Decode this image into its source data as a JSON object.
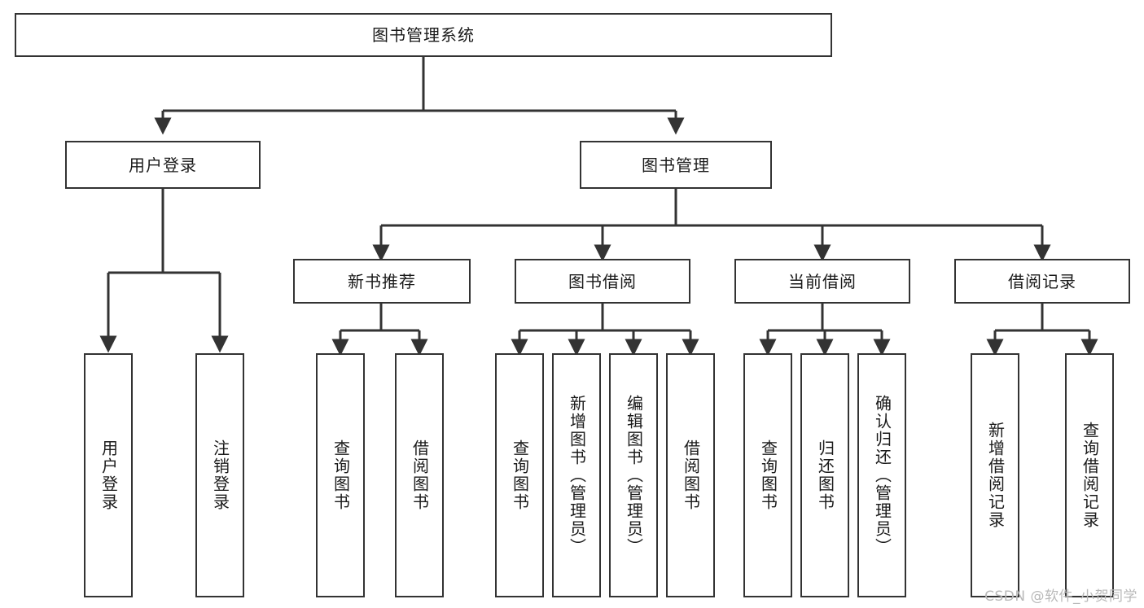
{
  "diagram": {
    "title": "图书管理系统",
    "type": "tree-hierarchy",
    "line_color": "#333333",
    "box_fill": "#ffffff",
    "text_color": "#1a1a1a",
    "watermark": "CSDN @软件_小贺同学"
  },
  "nodes": {
    "root": {
      "label": "图书管理系统"
    },
    "level2": [
      {
        "label": "用户登录"
      },
      {
        "label": "图书管理"
      }
    ],
    "level3": [
      {
        "label": "新书推荐"
      },
      {
        "label": "图书借阅"
      },
      {
        "label": "当前借阅"
      },
      {
        "label": "借阅记录"
      }
    ],
    "leaves": {
      "user_login": [
        {
          "label": "用户登录"
        },
        {
          "label": "注销登录"
        }
      ],
      "new_book_recommend": [
        {
          "label": "查询图书"
        },
        {
          "label": "借阅图书"
        }
      ],
      "book_borrow": [
        {
          "label": "查询图书"
        },
        {
          "label": "新增图书（管理员）"
        },
        {
          "label": "编辑图书（管理员）"
        },
        {
          "label": "借阅图书"
        }
      ],
      "current_borrow": [
        {
          "label": "查询图书"
        },
        {
          "label": "归还图书"
        },
        {
          "label": "确认归还（管理员）"
        }
      ],
      "borrow_record": [
        {
          "label": "新增借阅记录"
        },
        {
          "label": "查询借阅记录"
        }
      ]
    }
  }
}
